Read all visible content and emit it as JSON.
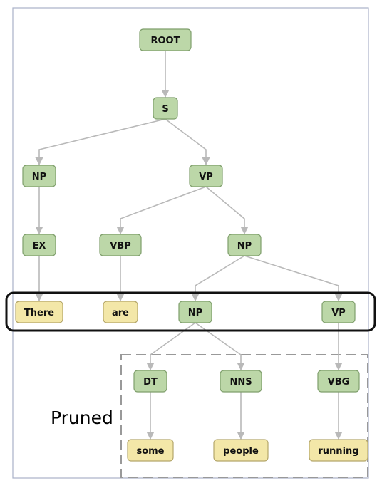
{
  "colors": {
    "internal_fill": "#bcd7a8",
    "internal_stroke": "#7f9f6c",
    "leaf_fill": "#f3e7a8",
    "leaf_stroke": "#b4a66a",
    "edge": "#b9b9b9",
    "frame": "#a9b1c8",
    "highlight": "#111111",
    "pruned_border": "#999999"
  },
  "pruned_label": "Pruned",
  "nodes": [
    {
      "id": "root",
      "label": "ROOT",
      "kind": "internal"
    },
    {
      "id": "s",
      "label": "S",
      "kind": "internal"
    },
    {
      "id": "np1",
      "label": "NP",
      "kind": "internal"
    },
    {
      "id": "vp1",
      "label": "VP",
      "kind": "internal"
    },
    {
      "id": "ex",
      "label": "EX",
      "kind": "internal"
    },
    {
      "id": "vbp",
      "label": "VBP",
      "kind": "internal"
    },
    {
      "id": "np2",
      "label": "NP",
      "kind": "internal"
    },
    {
      "id": "there",
      "label": "There",
      "kind": "leaf"
    },
    {
      "id": "are",
      "label": "are",
      "kind": "leaf"
    },
    {
      "id": "np3",
      "label": "NP",
      "kind": "internal"
    },
    {
      "id": "vp2",
      "label": "VP",
      "kind": "internal"
    },
    {
      "id": "dt",
      "label": "DT",
      "kind": "internal"
    },
    {
      "id": "nns",
      "label": "NNS",
      "kind": "internal"
    },
    {
      "id": "vbg",
      "label": "VBG",
      "kind": "internal"
    },
    {
      "id": "some",
      "label": "some",
      "kind": "leaf"
    },
    {
      "id": "people",
      "label": "people",
      "kind": "leaf"
    },
    {
      "id": "running",
      "label": "running",
      "kind": "leaf"
    }
  ],
  "edges": [
    [
      "root",
      "s"
    ],
    [
      "s",
      "np1"
    ],
    [
      "s",
      "vp1"
    ],
    [
      "np1",
      "ex"
    ],
    [
      "vp1",
      "vbp"
    ],
    [
      "vp1",
      "np2"
    ],
    [
      "ex",
      "there"
    ],
    [
      "vbp",
      "are"
    ],
    [
      "np2",
      "np3"
    ],
    [
      "np2",
      "vp2"
    ],
    [
      "np3",
      "dt"
    ],
    [
      "np3",
      "nns"
    ],
    [
      "vp2",
      "vbg"
    ],
    [
      "dt",
      "some"
    ],
    [
      "nns",
      "people"
    ],
    [
      "vbg",
      "running"
    ]
  ]
}
